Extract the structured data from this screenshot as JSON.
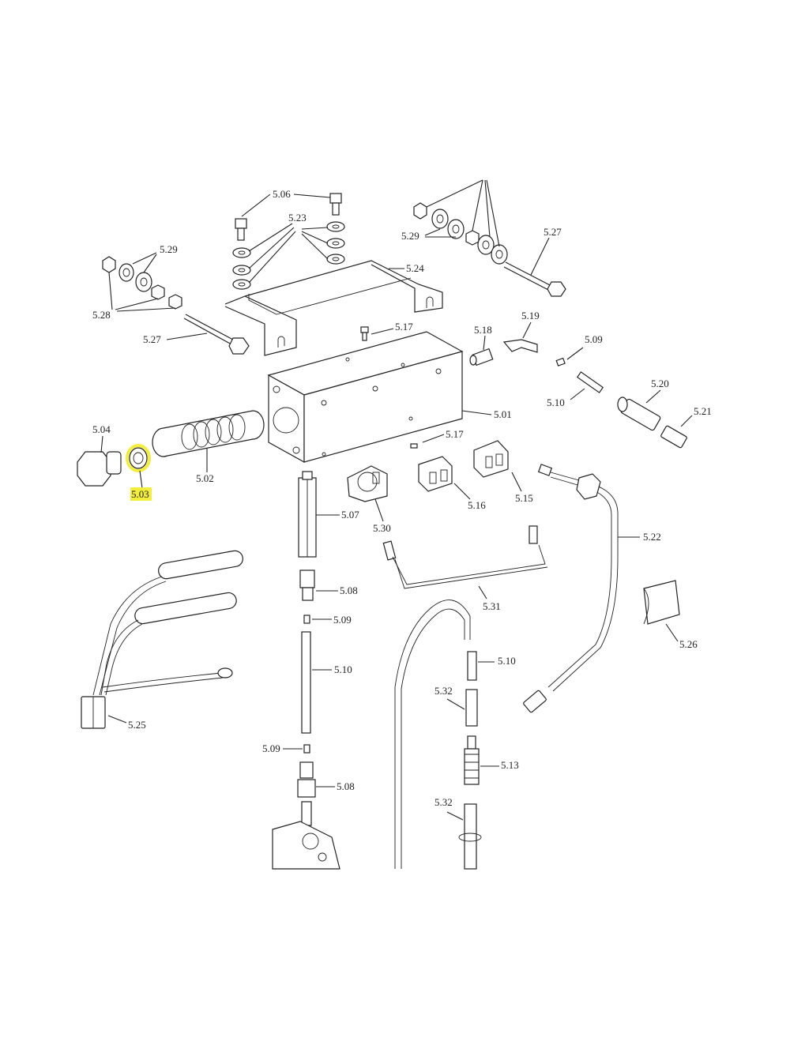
{
  "diagram": {
    "highlight": {
      "label": "5.03",
      "color": "#f3ee3c"
    },
    "labels": {
      "l_506": "5.06",
      "l_523": "5.23",
      "l_529a": "5.29",
      "l_527a": "5.27",
      "l_529b": "5.29",
      "l_528": "5.28",
      "l_527b": "5.27",
      "l_524": "5.24",
      "l_517a": "5.17",
      "l_518": "5.18",
      "l_519": "5.19",
      "l_509a": "5.09",
      "l_510a": "5.10",
      "l_520": "5.20",
      "l_521": "5.21",
      "l_501": "5.01",
      "l_504": "5.04",
      "l_502": "5.02",
      "l_503": "5.03",
      "l_517b": "5.17",
      "l_516": "5.16",
      "l_515": "5.15",
      "l_507": "5.07",
      "l_530": "5.30",
      "l_522": "5.22",
      "l_508a": "5.08",
      "l_531": "5.31",
      "l_509b": "5.09",
      "l_526": "5.26",
      "l_510b": "5.10",
      "l_510c": "5.10",
      "l_532a": "5.32",
      "l_525": "5.25",
      "l_509c": "5.09",
      "l_513": "5.13",
      "l_508b": "5.08",
      "l_532b": "5.32"
    }
  }
}
